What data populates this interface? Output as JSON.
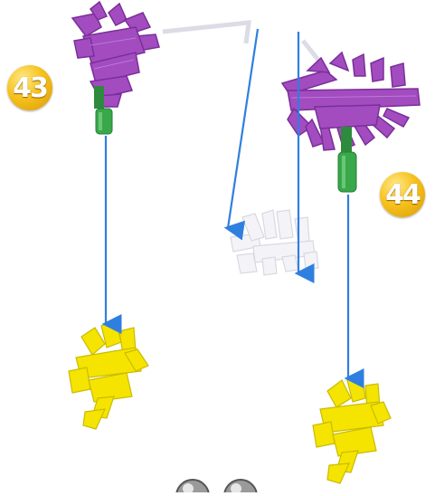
{
  "steps": [
    {
      "number": "43"
    },
    {
      "number": "44"
    }
  ],
  "colors": {
    "arrow": "#2f7fe0",
    "purple_part": "#a24cc0",
    "purple_dark": "#7a2f99",
    "green_connector": "#38a84a",
    "yellow_part": "#f5e400",
    "white_part": "#f2f2f6",
    "grey_part": "#9a9a9a",
    "badge_gold": "#f6c21c"
  },
  "icons": {
    "assembly_43": "purple-snowflake-connector-with-green-rod",
    "assembly_44": "purple-snowflake-connector-with-green-rod",
    "target_white": "white-snowflake-connector",
    "target_yellow": "yellow-bracket-connector",
    "bottom_parts": "grey-ball-joints"
  }
}
